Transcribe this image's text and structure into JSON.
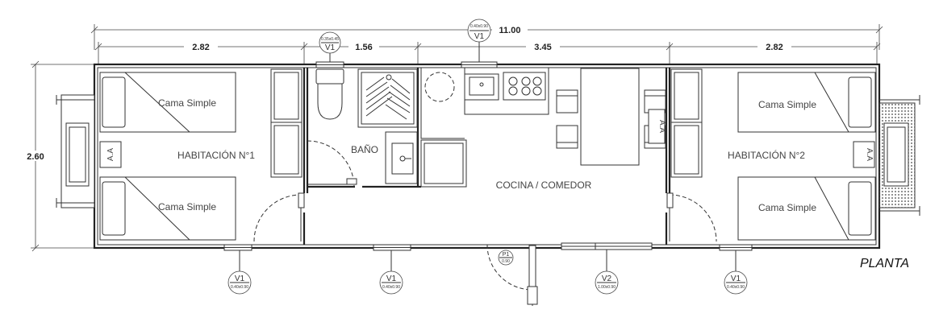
{
  "dimensions": {
    "overall": "11.00",
    "room1": "2.82",
    "bath": "1.56",
    "kitchen": "3.45",
    "room2": "2.82",
    "depth": "2.60"
  },
  "rooms": {
    "habitacion1": "HABITACIÓN N°1",
    "bano": "BAÑO",
    "cocina": "COCINA / COMEDOR",
    "habitacion2": "HABITACIÓN N°2"
  },
  "beds": {
    "label": "Cama Simple"
  },
  "ac_label": "A.A",
  "title": "PLANTA",
  "tags": {
    "v1_top": {
      "main": "V1",
      "sub": "0.40x0.90"
    },
    "v1_bath": {
      "main": "V1",
      "sub": "0.35x0.45"
    },
    "v1_bottom_a": {
      "main": "V1",
      "sub": "0.40x0.90"
    },
    "v1_bottom_b": {
      "main": "V1",
      "sub": "0.40x0.90"
    },
    "p1": {
      "main": "P1",
      "sub": "0.90"
    },
    "v2": {
      "main": "V2",
      "sub": "1.00x0.90"
    },
    "v1_bottom_c": {
      "main": "V1",
      "sub": "0.40x0.90"
    }
  }
}
